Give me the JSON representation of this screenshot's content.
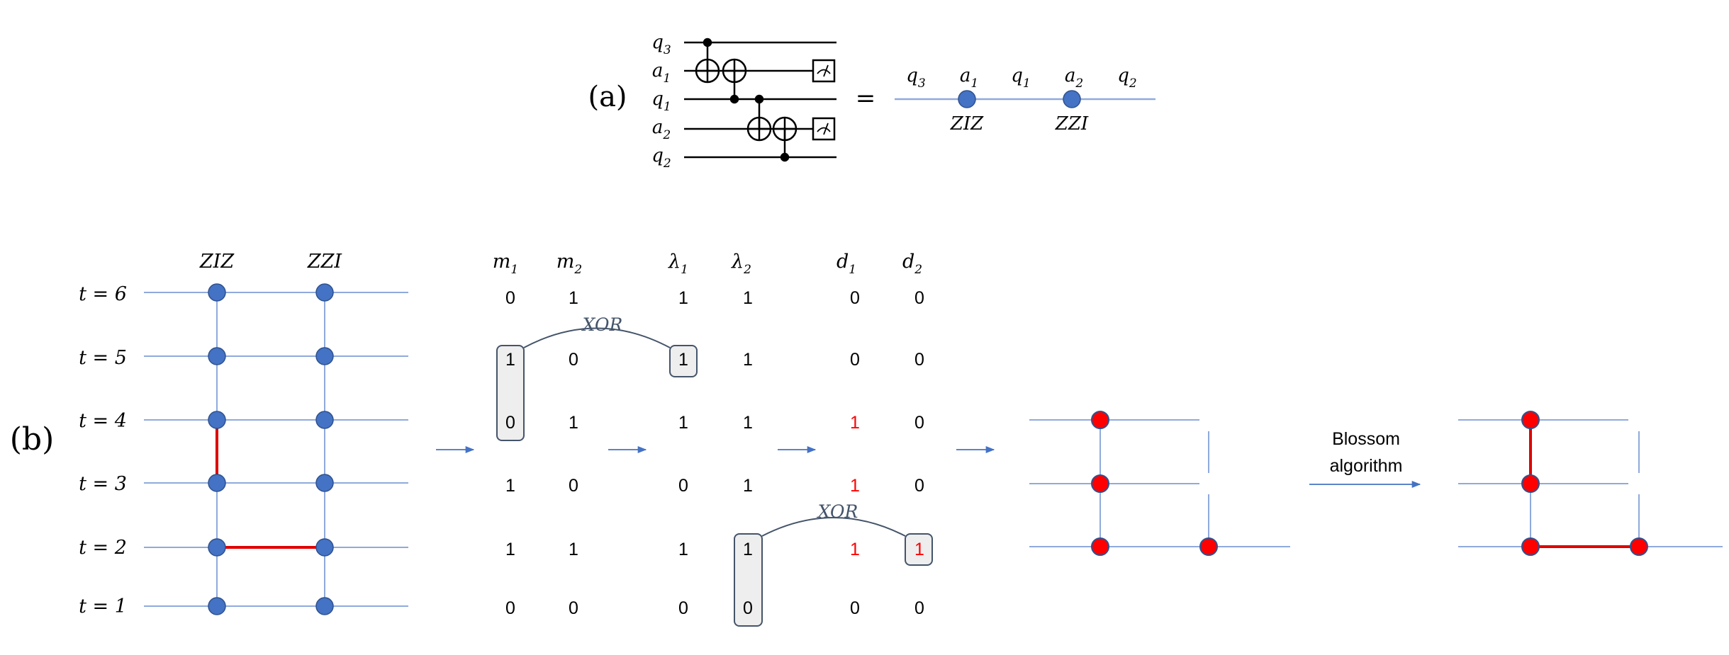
{
  "panel_a": {
    "label": "(a)",
    "qubits": [
      {
        "name": "q",
        "sub": "3"
      },
      {
        "name": "a",
        "sub": "1"
      },
      {
        "name": "q",
        "sub": "1"
      },
      {
        "name": "a",
        "sub": "2"
      },
      {
        "name": "q",
        "sub": "2"
      }
    ],
    "equals": "=",
    "chain": [
      {
        "name": "q",
        "sub": "3"
      },
      {
        "name": "a",
        "sub": "1"
      },
      {
        "name": "q",
        "sub": "1"
      },
      {
        "name": "a",
        "sub": "2"
      },
      {
        "name": "q",
        "sub": "2"
      }
    ],
    "stabilizers": [
      "ZIZ",
      "ZZI"
    ]
  },
  "panel_b": {
    "label": "(b)",
    "column_headers": [
      "ZIZ",
      "ZZI"
    ],
    "time_labels": [
      "t = 6",
      "t = 5",
      "t = 4",
      "t = 3",
      "t = 2",
      "t = 1"
    ],
    "m_headers": [
      {
        "name": "m",
        "sub": "1"
      },
      {
        "name": "m",
        "sub": "2"
      }
    ],
    "lambda_headers": [
      {
        "name": "λ",
        "sub": "1"
      },
      {
        "name": "λ",
        "sub": "2"
      }
    ],
    "d_headers": [
      {
        "name": "d",
        "sub": "1"
      },
      {
        "name": "d",
        "sub": "2"
      }
    ],
    "m_rows": [
      [
        "0",
        "1"
      ],
      [
        "1",
        "0"
      ],
      [
        "0",
        "1"
      ],
      [
        "1",
        "0"
      ],
      [
        "1",
        "1"
      ],
      [
        "0",
        "0"
      ]
    ],
    "lambda_rows": [
      [
        "1",
        "1"
      ],
      [
        "1",
        "1"
      ],
      [
        "1",
        "1"
      ],
      [
        "0",
        "1"
      ],
      [
        "1",
        "1"
      ],
      [
        "0",
        "0"
      ]
    ],
    "d_rows": [
      [
        "0",
        "0"
      ],
      [
        "0",
        "0"
      ],
      [
        "1",
        "0"
      ],
      [
        "1",
        "0"
      ],
      [
        "1",
        "1"
      ],
      [
        "0",
        "0"
      ]
    ],
    "xor_label": "XOR",
    "blossom_line1": "Blossom",
    "blossom_line2": "algorithm",
    "colors": {
      "node_blue": "#4472c4",
      "edge_red": "#e00000",
      "defect_red": "#ff0000",
      "line_blue": "#8faadc"
    }
  }
}
